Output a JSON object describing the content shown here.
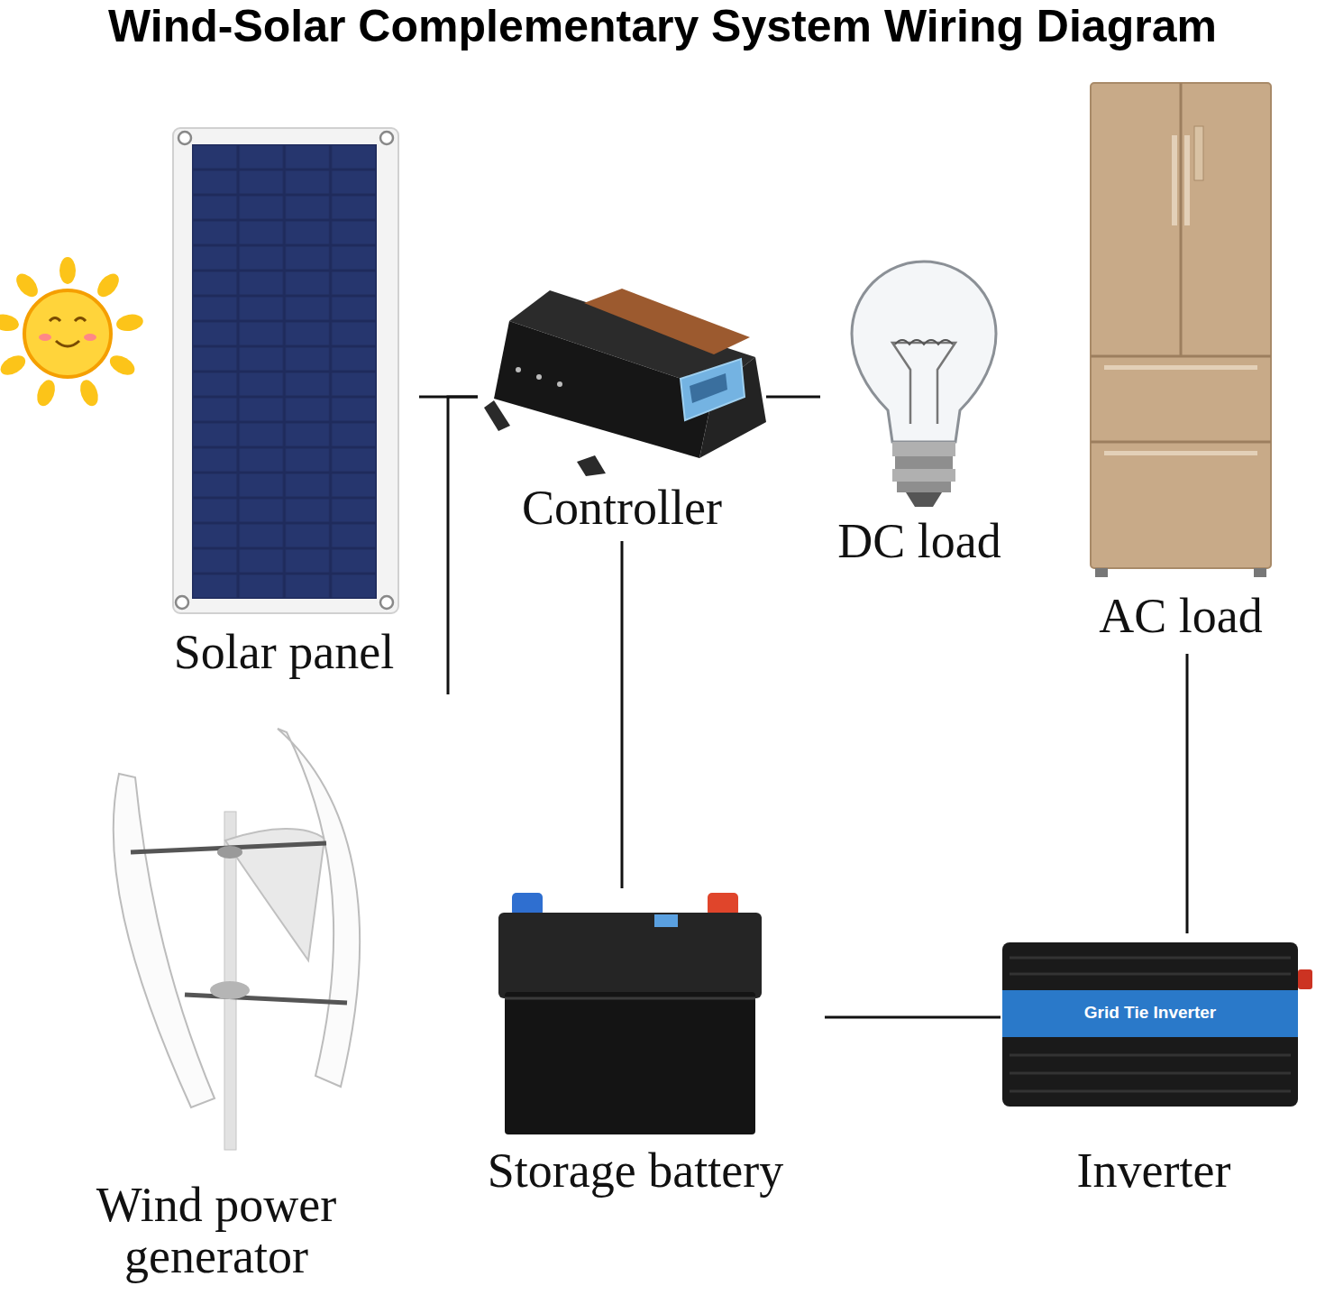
{
  "diagram": {
    "title": "Wind-Solar Complementary System Wiring Diagram",
    "nodes": [
      {
        "text": [
          "Solar panel"
        ]
      },
      {
        "text": [
          "Controller"
        ]
      },
      {
        "text": [
          "DC load"
        ]
      },
      {
        "text": [
          "AC load"
        ]
      },
      {
        "text": [
          "Wind power generator"
        ]
      },
      {
        "text": [
          "Storage battery"
        ]
      },
      {
        "text": [
          "Inverter"
        ]
      }
    ],
    "edges": [
      {
        "from": 0,
        "to": 1,
        "arrow": "none"
      },
      {
        "from": 4,
        "to": 1,
        "arrow": "none"
      },
      {
        "from": 1,
        "to": 2,
        "arrow": "none"
      },
      {
        "from": 1,
        "to": 5,
        "arrow": "none"
      },
      {
        "from": 5,
        "to": 6,
        "arrow": "none"
      },
      {
        "from": 6,
        "to": 3,
        "arrow": "none"
      }
    ],
    "labels": [
      "Grid Tie Inverter"
    ]
  }
}
